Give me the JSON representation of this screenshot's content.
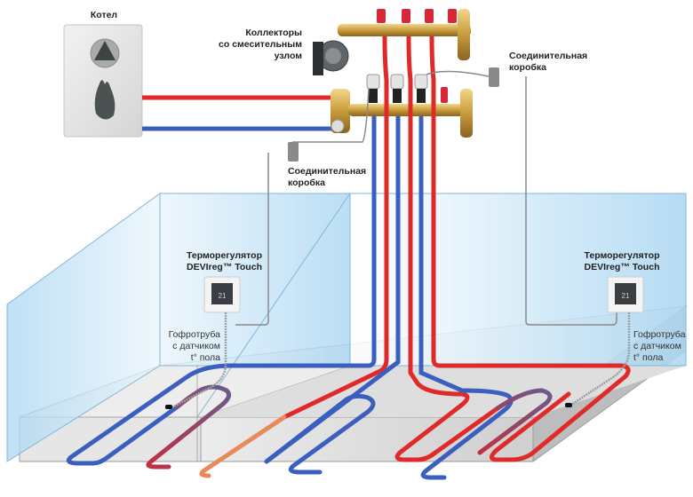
{
  "diagram": {
    "title": "Underfloor water heating scheme",
    "colors": {
      "supply_pipe": "#e02a2a",
      "return_pipe": "#3b5fbf",
      "supply_pipe_faded": "#e8967a",
      "return_pipe_faded": "#8aa3d8",
      "wall_glass": "#bfe0f5",
      "floor_slab": "#e4e4e4",
      "cable": "#8a8a8a"
    },
    "labels": {
      "boiler": "Котел",
      "manifold_line1": "Коллекторы",
      "manifold_line2": "со смесительным",
      "manifold_line3": "узлом",
      "junction_box_right_line1": "Соединительная",
      "junction_box_right_line2": "коробка",
      "junction_box_center_line1": "Соединительная",
      "junction_box_center_line2": "коробка",
      "thermostat_left_line1": "Терморегулятор",
      "thermostat_left_line2": "DEVIreg™ Touch",
      "thermostat_right_line1": "Терморегулятор",
      "thermostat_right_line2": "DEVIreg™ Touch",
      "sensor_left_line1": "Гофротруба",
      "sensor_left_line2": "с датчиком",
      "sensor_left_line3": "t° пола",
      "sensor_right_line1": "Гофротруба",
      "sensor_right_line2": "с датчиком",
      "sensor_right_line3": "t° пола"
    },
    "nodes": [
      {
        "id": "boiler",
        "label": "Котел"
      },
      {
        "id": "manifold",
        "label": "Коллекторы со смесительным узлом"
      },
      {
        "id": "junction-box-1",
        "label": "Соединительная коробка"
      },
      {
        "id": "junction-box-2",
        "label": "Соединительная коробка"
      },
      {
        "id": "thermostat-1",
        "label": "Терморегулятор DEVIreg™ Touch"
      },
      {
        "id": "thermostat-2",
        "label": "Терморегулятор DEVIreg™ Touch"
      },
      {
        "id": "sensor-1",
        "label": "Гофротруба с датчиком t° пола"
      },
      {
        "id": "sensor-2",
        "label": "Гофротруба с датчиком t° пола"
      }
    ],
    "edges": [
      {
        "from": "boiler",
        "to": "manifold",
        "type": "supply-pipe"
      },
      {
        "from": "manifold",
        "to": "boiler",
        "type": "return-pipe"
      },
      {
        "from": "junction-box-1",
        "to": "thermostat-1",
        "type": "cable"
      },
      {
        "from": "junction-box-2",
        "to": "thermostat-2",
        "type": "cable"
      },
      {
        "from": "junction-box-1",
        "to": "manifold",
        "type": "cable"
      },
      {
        "from": "junction-box-2",
        "to": "manifold",
        "type": "cable"
      },
      {
        "from": "thermostat-1",
        "to": "sensor-1",
        "type": "sensor-tube"
      },
      {
        "from": "thermostat-2",
        "to": "sensor-2",
        "type": "sensor-tube"
      },
      {
        "from": "manifold",
        "to": "floor-loop-left",
        "type": "pipe-loop"
      },
      {
        "from": "manifold",
        "to": "floor-loop-right",
        "type": "pipe-loop"
      }
    ],
    "thermostat_display": "21"
  }
}
